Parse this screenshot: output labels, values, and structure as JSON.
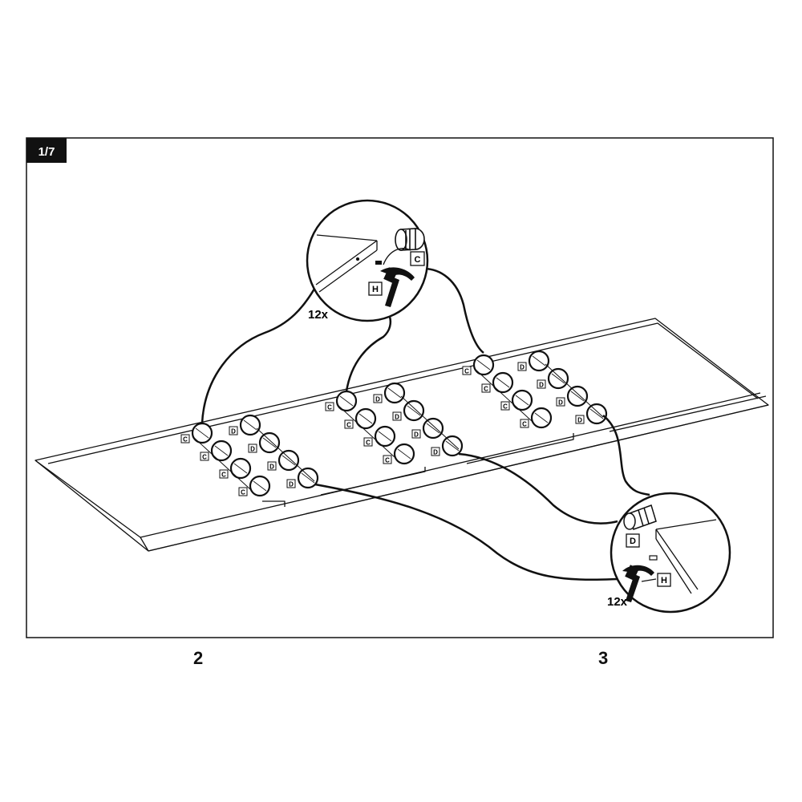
{
  "page": {
    "badge": "1/7",
    "next_steps": [
      "2",
      "3"
    ]
  },
  "callouts": {
    "top": {
      "quantity": "12x",
      "part_label": "C",
      "tool_label": "H"
    },
    "bottom": {
      "quantity": "12x",
      "part_label": "D",
      "tool_label": "H"
    }
  },
  "hole_labels": {
    "c": "C",
    "d": "D"
  },
  "colors": {
    "ink": "#111111",
    "paper": "#ffffff"
  },
  "icons": [
    "hammer-icon",
    "wooden-dowel-icon",
    "plastic-anchor-icon"
  ]
}
